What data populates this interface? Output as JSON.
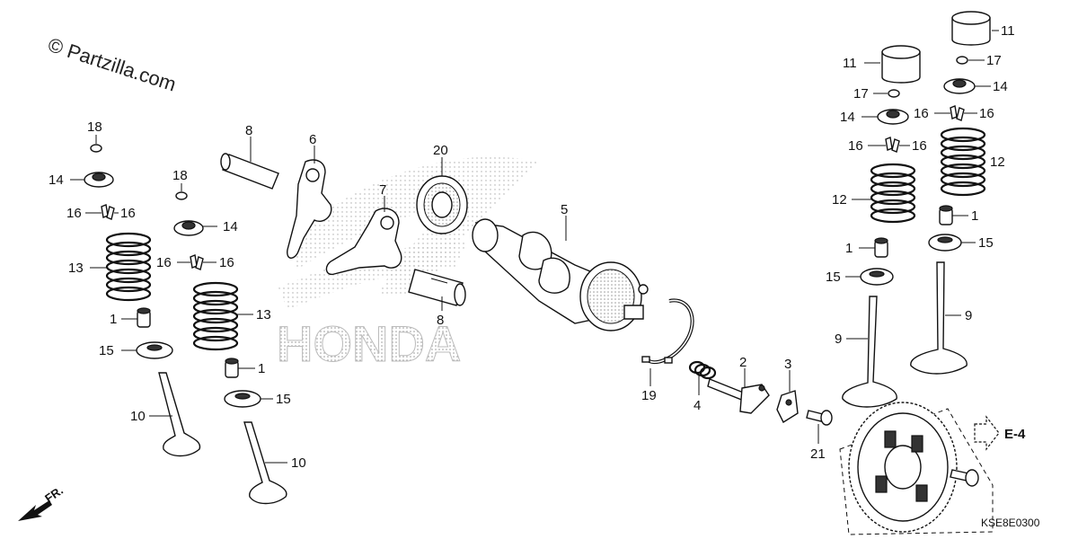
{
  "watermark": "© Partzilla.com",
  "diagram_code": "KSE8E0300",
  "brand_text": "HONDA",
  "front_marker": "FR.",
  "reference_label": "E-4",
  "callouts": [
    {
      "id": "c18a",
      "label": "18"
    },
    {
      "id": "c14a",
      "label": "14"
    },
    {
      "id": "c16a1",
      "label": "16"
    },
    {
      "id": "c16a2",
      "label": "16"
    },
    {
      "id": "c13a",
      "label": "13"
    },
    {
      "id": "c1a",
      "label": "1"
    },
    {
      "id": "c15a",
      "label": "15"
    },
    {
      "id": "c10a",
      "label": "10"
    },
    {
      "id": "c18b",
      "label": "18"
    },
    {
      "id": "c14b",
      "label": "14"
    },
    {
      "id": "c16b1",
      "label": "16"
    },
    {
      "id": "c16b2",
      "label": "16"
    },
    {
      "id": "c13b",
      "label": "13"
    },
    {
      "id": "c1b",
      "label": "1"
    },
    {
      "id": "c15b",
      "label": "15"
    },
    {
      "id": "c10b",
      "label": "10"
    },
    {
      "id": "c8a",
      "label": "8"
    },
    {
      "id": "c6",
      "label": "6"
    },
    {
      "id": "c7",
      "label": "7"
    },
    {
      "id": "c8b",
      "label": "8"
    },
    {
      "id": "c20",
      "label": "20"
    },
    {
      "id": "c5",
      "label": "5"
    },
    {
      "id": "c19",
      "label": "19"
    },
    {
      "id": "c4",
      "label": "4"
    },
    {
      "id": "c2",
      "label": "2"
    },
    {
      "id": "c3",
      "label": "3"
    },
    {
      "id": "c21",
      "label": "21"
    },
    {
      "id": "c11a",
      "label": "11"
    },
    {
      "id": "c17a",
      "label": "17"
    },
    {
      "id": "c14c",
      "label": "14"
    },
    {
      "id": "c16c1",
      "label": "16"
    },
    {
      "id": "c16c2",
      "label": "16"
    },
    {
      "id": "c12a",
      "label": "12"
    },
    {
      "id": "c1c",
      "label": "1"
    },
    {
      "id": "c15c",
      "label": "15"
    },
    {
      "id": "c9a",
      "label": "9"
    },
    {
      "id": "c11b",
      "label": "11"
    },
    {
      "id": "c17b",
      "label": "17"
    },
    {
      "id": "c14d",
      "label": "14"
    },
    {
      "id": "c16d1",
      "label": "16"
    },
    {
      "id": "c16d2",
      "label": "16"
    },
    {
      "id": "c12b",
      "label": "12"
    },
    {
      "id": "c1d",
      "label": "1"
    },
    {
      "id": "c15d",
      "label": "15"
    },
    {
      "id": "c9b",
      "label": "9"
    }
  ]
}
